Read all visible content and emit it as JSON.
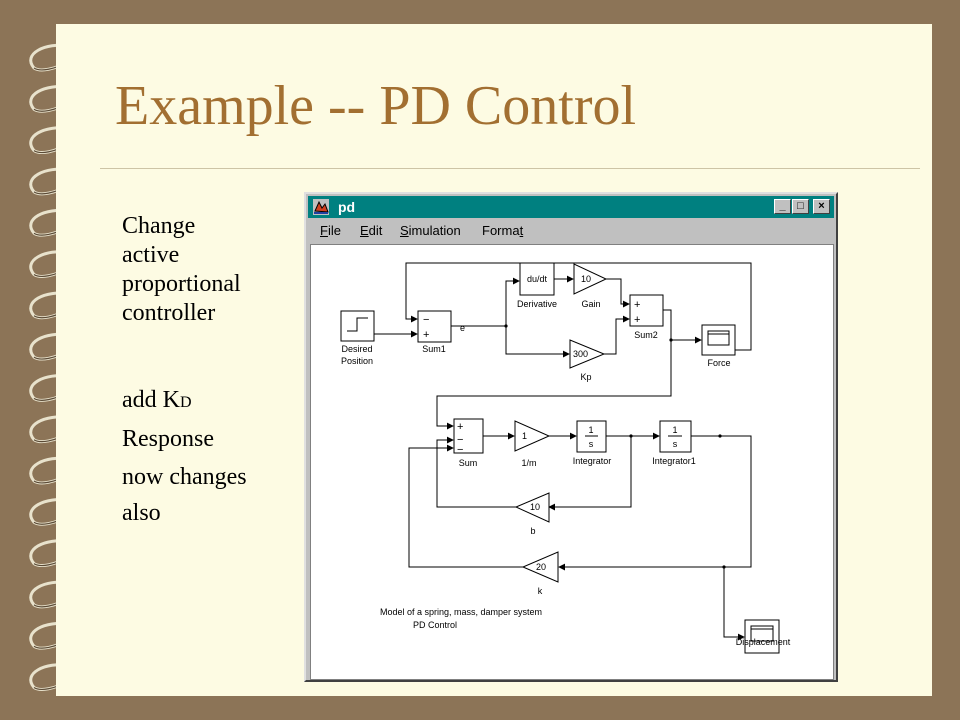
{
  "slide": {
    "title": "Example -- PD Control",
    "bullets": {
      "b1_line1": "Change",
      "b1_line2": "active",
      "b1_line3": "proportional",
      "b1_line4": "controller",
      "b2_prefix": "add K",
      "b2_subscript": "D",
      "b3_line1": "Response",
      "b3_line2": "now changes",
      "b3_line3": "also"
    }
  },
  "window": {
    "title": "pd",
    "controls": {
      "minimize": "_",
      "maximize": "□",
      "close": "×"
    },
    "menu": [
      {
        "label": "File",
        "mnemonic": "F",
        "rest": "ile"
      },
      {
        "label": "Edit",
        "mnemonic": "E",
        "rest": "dit"
      },
      {
        "label": "Simulation",
        "mnemonic": "S",
        "rest": "imulation"
      },
      {
        "label": "Format",
        "pre": "Forma",
        "mnemonic": "t"
      }
    ]
  },
  "model": {
    "blocks": {
      "desired": {
        "line1": "Desired",
        "line2": "Position"
      },
      "sum1": {
        "label": "Sum1",
        "sign1": "−",
        "sign2": "+",
        "signal": "e"
      },
      "derivative": {
        "text": "du/dt",
        "label": "Derivative"
      },
      "gain": {
        "value": "10",
        "label": "Gain"
      },
      "sum2": {
        "label": "Sum2",
        "sign1": "+",
        "sign2": "+"
      },
      "kp": {
        "value": "300",
        "label": "Kp"
      },
      "force": {
        "label": "Force"
      },
      "sum": {
        "label": "Sum",
        "sign1": "+",
        "sign2": "−",
        "sign3": "−"
      },
      "inv_m": {
        "value": "1",
        "label": "1/m"
      },
      "integrator": {
        "num": "1",
        "den": "s",
        "label": "Integrator"
      },
      "integrator1": {
        "num": "1",
        "den": "s",
        "label": "Integrator1"
      },
      "b": {
        "value": "10",
        "label": "b"
      },
      "k": {
        "value": "20",
        "label": "k"
      },
      "displacement": {
        "label": "Displacement"
      }
    },
    "annotation": {
      "line1": "Model of a spring, mass, damper system",
      "line2": "PD Control"
    }
  },
  "colors": {
    "frame": "#8c7457",
    "slide": "#fdfbe3",
    "title": "#a26f31",
    "titlebar": "#008080",
    "chrome": "#c0c0c0"
  }
}
